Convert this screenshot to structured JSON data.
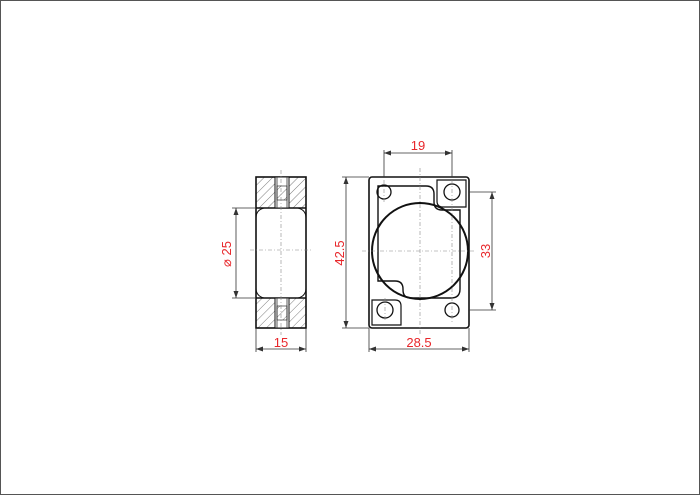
{
  "drawing": {
    "dimensions": {
      "width_side": "15",
      "bore_diameter": "25",
      "height": "42.5",
      "width_front": "28.5",
      "hole_spacing_x": "19",
      "hole_spacing_y": "33"
    },
    "colors": {
      "dimension": "#e8262a",
      "outline": "#111111",
      "frame": "#555555"
    }
  }
}
